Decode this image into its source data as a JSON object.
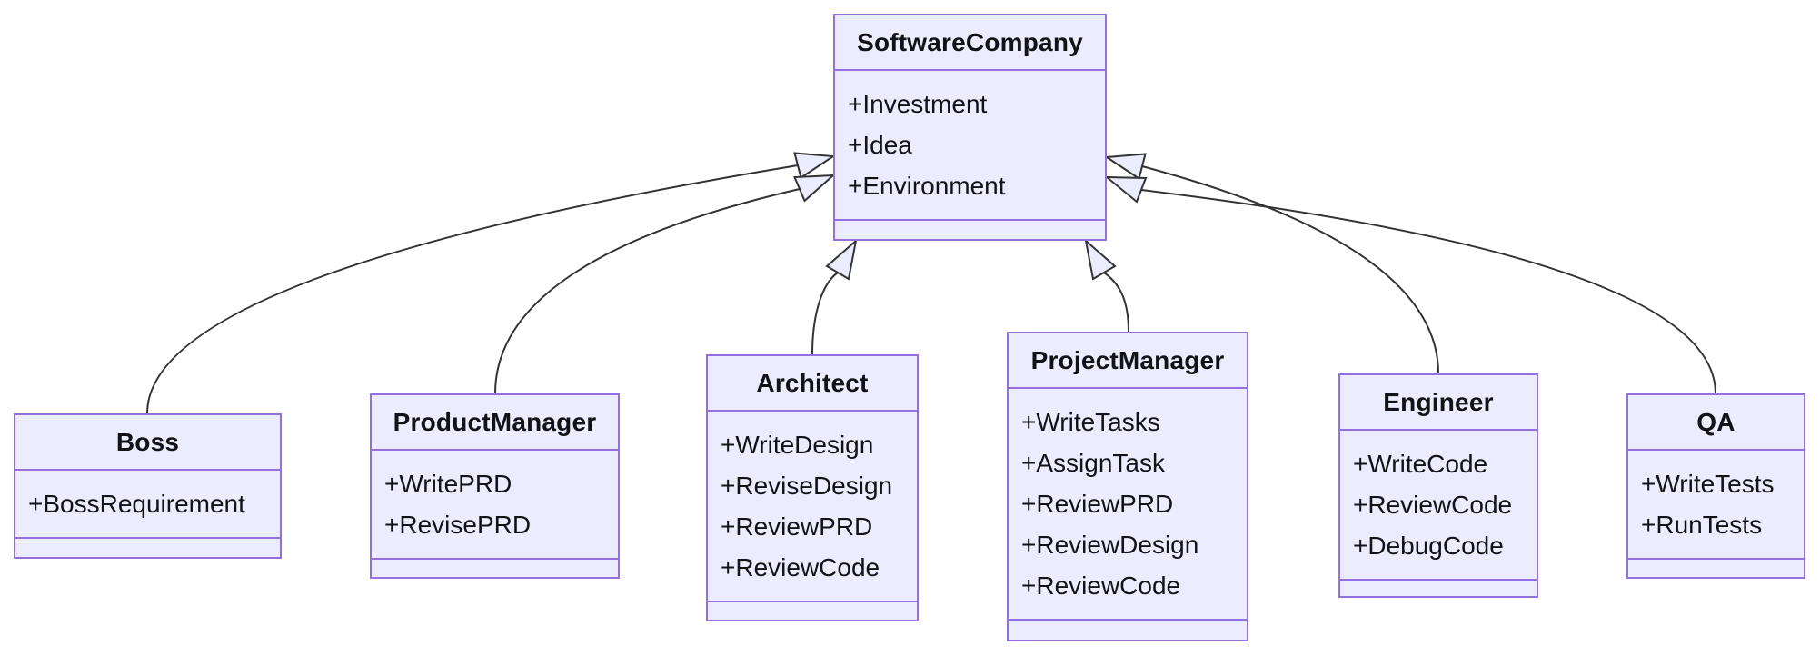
{
  "diagram": {
    "type": "uml-class-diagram",
    "colors": {
      "background": "#ffffff",
      "node_fill": "#ECECFF",
      "node_border": "#9370DB",
      "edge_line": "#333333",
      "text": "#131315"
    },
    "classes": [
      {
        "name": "SoftwareCompany",
        "attributes": [
          "+Investment",
          "+Idea",
          "+Environment"
        ]
      },
      {
        "name": "Boss",
        "attributes": [
          "+BossRequirement"
        ]
      },
      {
        "name": "ProductManager",
        "attributes": [
          "+WritePRD",
          "+RevisePRD"
        ]
      },
      {
        "name": "Architect",
        "attributes": [
          "+WriteDesign",
          "+ReviseDesign",
          "+ReviewPRD",
          "+ReviewCode"
        ]
      },
      {
        "name": "ProjectManager",
        "attributes": [
          "+WriteTasks",
          "+AssignTask",
          "+ReviewPRD",
          "+ReviewDesign",
          "+ReviewCode"
        ]
      },
      {
        "name": "Engineer",
        "attributes": [
          "+WriteCode",
          "+ReviewCode",
          "+DebugCode"
        ]
      },
      {
        "name": "QA",
        "attributes": [
          "+WriteTests",
          "+RunTests"
        ]
      }
    ],
    "relations": [
      {
        "from": "Boss",
        "to": "SoftwareCompany",
        "type": "inheritance"
      },
      {
        "from": "ProductManager",
        "to": "SoftwareCompany",
        "type": "inheritance"
      },
      {
        "from": "Architect",
        "to": "SoftwareCompany",
        "type": "inheritance"
      },
      {
        "from": "ProjectManager",
        "to": "SoftwareCompany",
        "type": "inheritance"
      },
      {
        "from": "Engineer",
        "to": "SoftwareCompany",
        "type": "inheritance"
      },
      {
        "from": "QA",
        "to": "SoftwareCompany",
        "type": "inheritance"
      }
    ]
  }
}
